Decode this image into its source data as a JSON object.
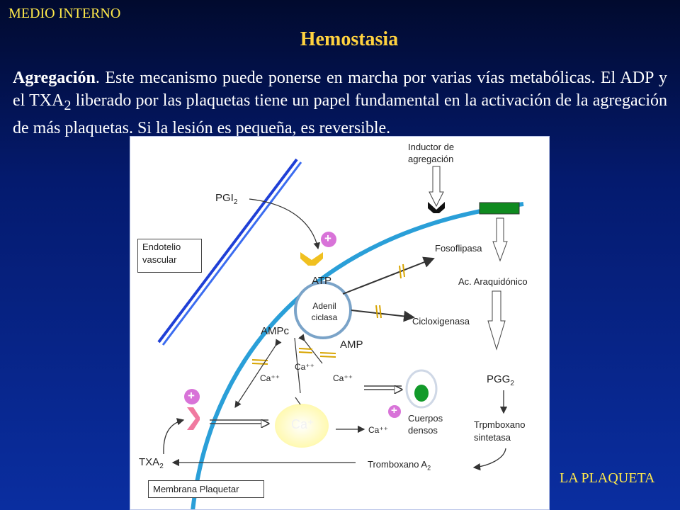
{
  "header": {
    "section": "MEDIO INTERNO",
    "title": "Hemostasia"
  },
  "intro": {
    "term": "Agregación",
    "part1": ". Este mecanismo puede ponerse en marcha por varias vías metabólicas. El ADP y el TXA",
    "sub": "2",
    "part2": " liberado por las plaquetas tiene un papel fundamental en la activación de la agregación de más plaquetas. Si la lesión es pequeña, es reversible."
  },
  "diagram": {
    "inductor": "Inductor de agregación",
    "pgi_base": "PGI",
    "pgi_sub": "2",
    "endotelio": "Endotelio vascular",
    "fosfolipasa": "Fosoflipasa",
    "atp": "ATP",
    "araquidonico": "Ac. Araquidónico",
    "adenil": "Adenil ciclasa",
    "cicloxigenasa": "Cicloxigenasa",
    "ampc": "AMPc",
    "amp": "AMP",
    "ca_label": "Ca⁺⁺",
    "ca_center": "Ca⁺",
    "pgg_base": "PGG",
    "pgg_sub": "2",
    "cuerpos": "Cuerpos densos",
    "trpmboxano": "Trpmboxano sintetasa",
    "txa_base": "TXA",
    "txa_sub": "2",
    "tromboxano_base": "Tromboxano A",
    "tromboxano_sub": "2",
    "membrana": "Membrana Plaquetar",
    "plus": "+"
  },
  "footer": {
    "corner": "LA PLAQUETA"
  }
}
